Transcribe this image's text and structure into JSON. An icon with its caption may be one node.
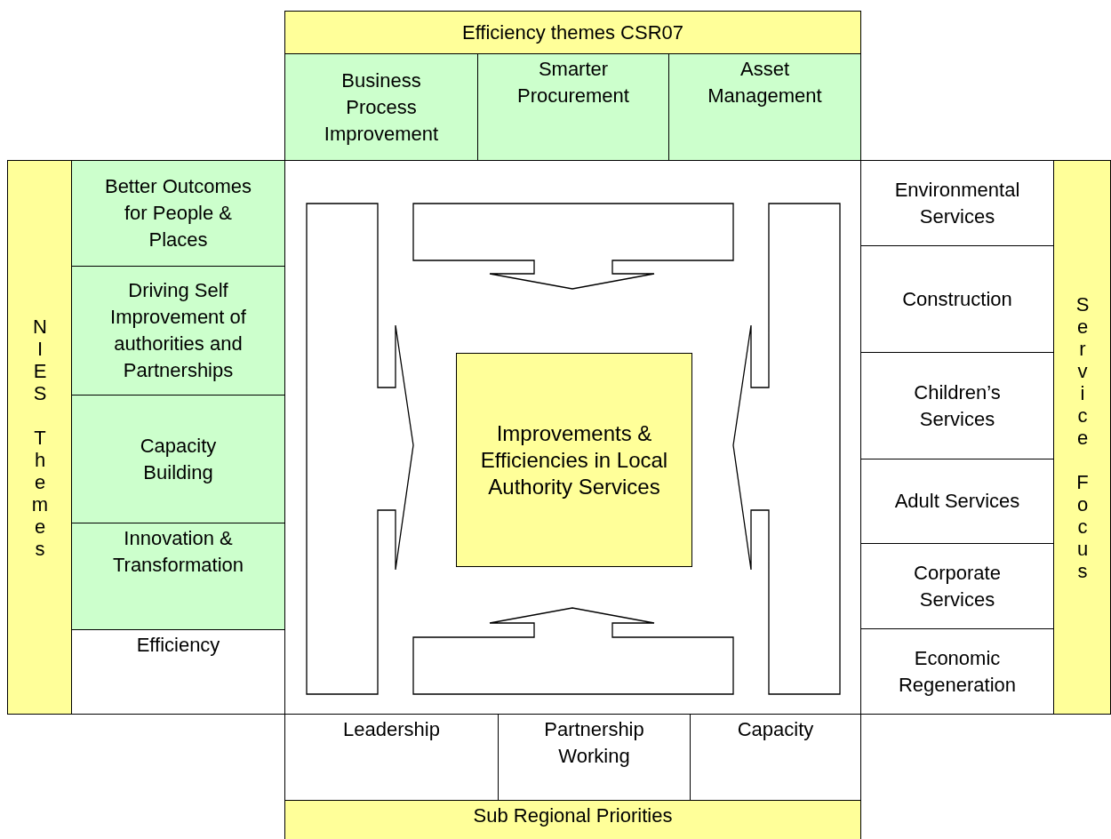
{
  "diagram": {
    "nodes": [
      {
        "text": [
          "Efficiency themes CSR07"
        ]
      },
      {
        "text": [
          "Business Process Improvement"
        ]
      },
      {
        "text": [
          "Smarter Procurement"
        ]
      },
      {
        "text": [
          "Asset Management"
        ]
      },
      {
        "text": [
          "NIES Themes"
        ]
      },
      {
        "text": [
          "Better Outcomes for People & Places"
        ]
      },
      {
        "text": [
          "Driving Self Improvement of authorities and Partnerships"
        ]
      },
      {
        "text": [
          "Capacity Building"
        ]
      },
      {
        "text": [
          "Innovation & Transformation"
        ]
      },
      {
        "text": [
          "Efficiency"
        ]
      },
      {
        "text": [],
        "shape": "box"
      },
      {
        "text": [
          "Improvements & Efficiencies in Local Authority Services"
        ],
        "in": 10
      },
      {
        "text": [
          "Environmental Services"
        ]
      },
      {
        "text": [
          "Construction"
        ]
      },
      {
        "text": [
          "Children’s Services"
        ]
      },
      {
        "text": [
          "Adult Services"
        ]
      },
      {
        "text": [
          "Corporate Services"
        ]
      },
      {
        "text": [
          "Economic Regeneration"
        ]
      },
      {
        "text": [
          "Service Focus"
        ]
      },
      {
        "text": [
          "Leadership"
        ]
      },
      {
        "text": [
          "Partnership Working"
        ]
      },
      {
        "text": [
          "Capacity"
        ]
      },
      {
        "text": [
          "Sub Regional Priorities"
        ]
      },
      {
        "text": [],
        "shape": "arrow",
        "in": 10
      },
      {
        "text": [],
        "shape": "arrow",
        "in": 10
      },
      {
        "text": [],
        "shape": "arrow",
        "in": 10
      },
      {
        "text": [],
        "shape": "arrow",
        "in": 10
      }
    ]
  }
}
